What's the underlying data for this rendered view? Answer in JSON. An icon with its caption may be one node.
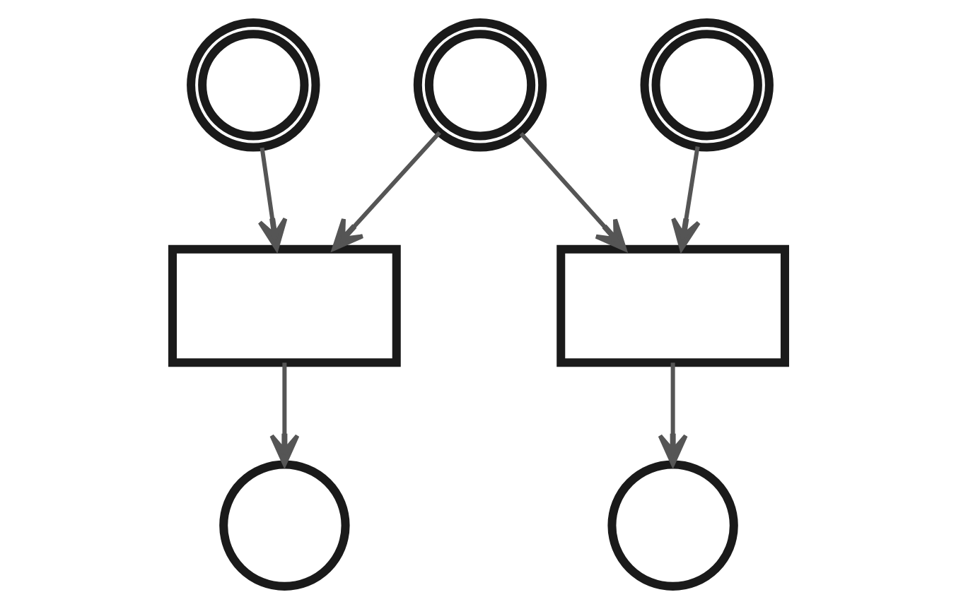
{
  "diagram": {
    "nodes": [
      {
        "text": [],
        "shape": "doublecircle"
      },
      {
        "text": [],
        "shape": "doublecircle"
      },
      {
        "text": [],
        "shape": "doublecircle"
      },
      {
        "text": [],
        "shape": "box"
      },
      {
        "text": [],
        "shape": "box"
      },
      {
        "text": [],
        "shape": "circle"
      },
      {
        "text": [],
        "shape": "circle"
      }
    ],
    "edges": [
      {
        "from": 0,
        "to": 3,
        "arrow": "to"
      },
      {
        "from": 1,
        "to": 3,
        "arrow": "to"
      },
      {
        "from": 1,
        "to": 4,
        "arrow": "to"
      },
      {
        "from": 2,
        "to": 4,
        "arrow": "to"
      },
      {
        "from": 3,
        "to": 5,
        "arrow": "to"
      },
      {
        "from": 4,
        "to": 6,
        "arrow": "to"
      }
    ]
  }
}
